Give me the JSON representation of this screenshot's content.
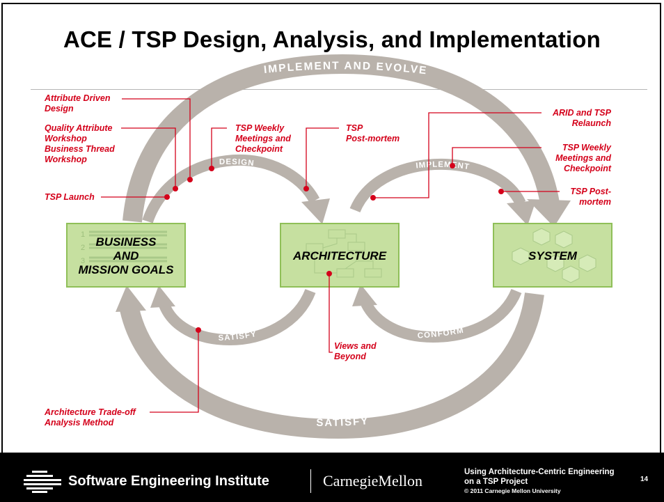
{
  "slide": {
    "title": "ACE / TSP Design, Analysis, and Implementation"
  },
  "diagram": {
    "boxes": {
      "business": [
        "BUSINESS",
        "AND",
        "MISSION GOALS"
      ],
      "architecture": "ARCHITECTURE",
      "system": "SYSTEM",
      "list_numbers": [
        "1",
        "2",
        "3"
      ]
    },
    "arrows": {
      "implement_evolve": "IMPLEMENT AND EVOLVE",
      "design": "DESIGN",
      "implement": "IMPLEMENT",
      "satisfy_inner": "SATISFY",
      "conform": "CONFORM",
      "satisfy_outer": "SATISFY"
    },
    "annotations": {
      "add": [
        "Attribute Driven",
        "Design"
      ],
      "qaw": [
        "Quality Attribute",
        "Workshop",
        "Business Thread",
        "Workshop"
      ],
      "tsp_launch": "TSP Launch",
      "weekly_left": [
        "TSP Weekly",
        "Meetings and",
        "Checkpoint"
      ],
      "postmortem_left": [
        "TSP",
        "Post-mortem"
      ],
      "arid": [
        "ARID and TSP",
        "Relaunch"
      ],
      "weekly_right": [
        "TSP Weekly",
        "Meetings and",
        "Checkpoint"
      ],
      "postmortem_right": [
        "TSP Post-",
        "mortem"
      ],
      "views": [
        "Views and",
        "Beyond"
      ],
      "atam": [
        "Architecture Trade-off",
        "Analysis Method"
      ]
    }
  },
  "footer": {
    "sei": "Software Engineering Institute",
    "cmu": "CarnegieMellon",
    "presentation": "Using Architecture-Centric Engineering",
    "presentation2": "on a TSP Project",
    "copyright": "© 2011 Carnegie Mellon University",
    "page": "14"
  },
  "colors": {
    "arrow": "#b9b2ab",
    "box_fill": "#c6e0a0",
    "box_border": "#8fbf58",
    "annotation": "#d4001a",
    "footer_bg": "#000000"
  }
}
